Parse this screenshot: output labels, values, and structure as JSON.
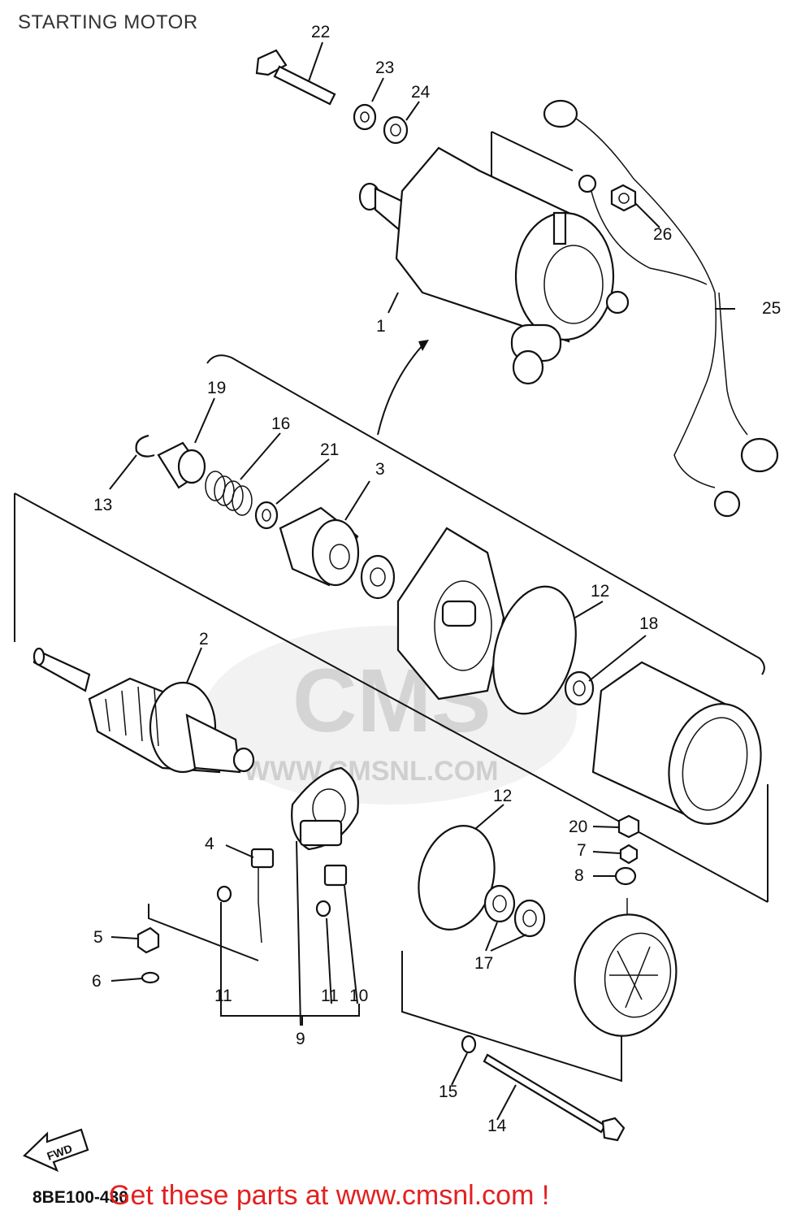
{
  "title": "STARTING MOTOR",
  "watermark": "WWW.CMSNL.COM",
  "watermark_logo": "CMS",
  "fwd_label": "FWD",
  "diagram_code": "8BE100-430",
  "promo_text": "Get these parts at www.cmsnl.com !",
  "colors": {
    "promo": "#e32020",
    "line": "#111111",
    "watermark": "#d9d9d9"
  },
  "callouts": {
    "c1": "1",
    "c2": "2",
    "c3": "3",
    "c4": "4",
    "c5": "5",
    "c6": "6",
    "c7": "7",
    "c8": "8",
    "c9": "9",
    "c10": "10",
    "c11a": "11",
    "c11b": "11",
    "c12a": "12",
    "c12b": "12",
    "c13": "13",
    "c14": "14",
    "c15": "15",
    "c16": "16",
    "c17": "17",
    "c18": "18",
    "c19": "19",
    "c20": "20",
    "c21": "21",
    "c22": "22",
    "c23": "23",
    "c24": "24",
    "c25": "25",
    "c26": "26"
  }
}
